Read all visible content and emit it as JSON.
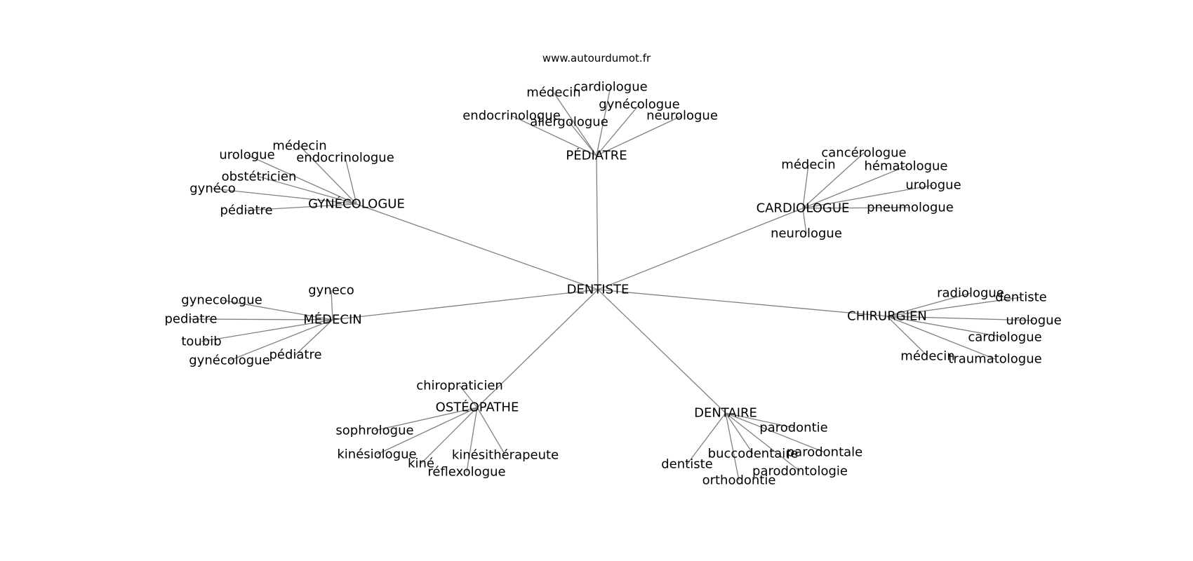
{
  "source": "www.autourdumot.fr",
  "graph": {
    "center": "DENTISTE",
    "nodes": [
      {
        "id": "dentiste-root",
        "label": "DENTISTE"
      },
      {
        "id": "pediatre-hub",
        "label": "PÉDIATRE"
      },
      {
        "id": "gynecologue-hub",
        "label": "GYNÉCOLOGUE"
      },
      {
        "id": "cardiologue-hub",
        "label": "CARDIOLOGUE"
      },
      {
        "id": "medecin-hub",
        "label": "MÉDECIN"
      },
      {
        "id": "chirurgien-hub",
        "label": "CHIRURGIEN"
      },
      {
        "id": "osteopathe-hub",
        "label": "OSTÉOPATHE"
      },
      {
        "id": "dentaire-hub",
        "label": "DENTAIRE"
      },
      {
        "id": "p-medecin",
        "label": "médecin"
      },
      {
        "id": "p-cardiologue",
        "label": "cardiologue"
      },
      {
        "id": "p-gynecologue",
        "label": "gynécologue"
      },
      {
        "id": "p-endocrinologue",
        "label": "endocrinologue"
      },
      {
        "id": "p-allergologue",
        "label": "allergologue"
      },
      {
        "id": "p-neurologue",
        "label": "neurologue"
      },
      {
        "id": "g-medecin",
        "label": "médecin"
      },
      {
        "id": "g-urologue",
        "label": "urologue"
      },
      {
        "id": "g-endocrinologue",
        "label": "endocrinologue"
      },
      {
        "id": "g-obstetricien",
        "label": "obstétricien"
      },
      {
        "id": "g-gyneco",
        "label": "gynéco"
      },
      {
        "id": "g-pediatre",
        "label": "pédiatre"
      },
      {
        "id": "c-cancerologue",
        "label": "cancérologue"
      },
      {
        "id": "c-medecin",
        "label": "médecin"
      },
      {
        "id": "c-hematologue",
        "label": "hématologue"
      },
      {
        "id": "c-urologue",
        "label": "urologue"
      },
      {
        "id": "c-pneumologue",
        "label": "pneumologue"
      },
      {
        "id": "c-neurologue",
        "label": "neurologue"
      },
      {
        "id": "m-gyneco",
        "label": "gyneco"
      },
      {
        "id": "m-gynecologue",
        "label": "gynecologue"
      },
      {
        "id": "m-pediatre",
        "label": "pediatre"
      },
      {
        "id": "m-toubib",
        "label": "toubib"
      },
      {
        "id": "m-pediatre2",
        "label": "pédiatre"
      },
      {
        "id": "m-gynecologue2",
        "label": "gynécologue"
      },
      {
        "id": "ch-radiologue",
        "label": "radiologue"
      },
      {
        "id": "ch-dentiste",
        "label": "dentiste"
      },
      {
        "id": "ch-urologue",
        "label": "urologue"
      },
      {
        "id": "ch-cardiologue",
        "label": "cardiologue"
      },
      {
        "id": "ch-medecin",
        "label": "médecin"
      },
      {
        "id": "ch-traumatologue",
        "label": "traumatologue"
      },
      {
        "id": "o-chiropraticien",
        "label": "chiropraticien"
      },
      {
        "id": "o-sophrologue",
        "label": "sophrologue"
      },
      {
        "id": "o-kinesiologue",
        "label": "kinésiologue"
      },
      {
        "id": "o-kine",
        "label": "kiné"
      },
      {
        "id": "o-kinesitherapeute",
        "label": "kinésithérapeute"
      },
      {
        "id": "o-reflexologue",
        "label": "réflexologue"
      },
      {
        "id": "d-parodontie",
        "label": "parodontie"
      },
      {
        "id": "d-buccodentaire",
        "label": "buccodentaire"
      },
      {
        "id": "d-parodontale",
        "label": "parodontale"
      },
      {
        "id": "d-dentiste",
        "label": "dentiste"
      },
      {
        "id": "d-parodontologie",
        "label": "parodontologie"
      },
      {
        "id": "d-orthodontie",
        "label": "orthodontie"
      }
    ],
    "edges": [
      [
        "dentiste-root",
        "pediatre-hub"
      ],
      [
        "dentiste-root",
        "gynecologue-hub"
      ],
      [
        "dentiste-root",
        "cardiologue-hub"
      ],
      [
        "dentiste-root",
        "medecin-hub"
      ],
      [
        "dentiste-root",
        "chirurgien-hub"
      ],
      [
        "dentiste-root",
        "osteopathe-hub"
      ],
      [
        "dentiste-root",
        "dentaire-hub"
      ],
      [
        "pediatre-hub",
        "p-medecin"
      ],
      [
        "pediatre-hub",
        "p-cardiologue"
      ],
      [
        "pediatre-hub",
        "p-gynecologue"
      ],
      [
        "pediatre-hub",
        "p-endocrinologue"
      ],
      [
        "pediatre-hub",
        "p-allergologue"
      ],
      [
        "pediatre-hub",
        "p-neurologue"
      ],
      [
        "gynecologue-hub",
        "g-medecin"
      ],
      [
        "gynecologue-hub",
        "g-urologue"
      ],
      [
        "gynecologue-hub",
        "g-endocrinologue"
      ],
      [
        "gynecologue-hub",
        "g-obstetricien"
      ],
      [
        "gynecologue-hub",
        "g-gyneco"
      ],
      [
        "gynecologue-hub",
        "g-pediatre"
      ],
      [
        "cardiologue-hub",
        "c-cancerologue"
      ],
      [
        "cardiologue-hub",
        "c-medecin"
      ],
      [
        "cardiologue-hub",
        "c-hematologue"
      ],
      [
        "cardiologue-hub",
        "c-urologue"
      ],
      [
        "cardiologue-hub",
        "c-pneumologue"
      ],
      [
        "cardiologue-hub",
        "c-neurologue"
      ],
      [
        "medecin-hub",
        "m-gyneco"
      ],
      [
        "medecin-hub",
        "m-gynecologue"
      ],
      [
        "medecin-hub",
        "m-pediatre"
      ],
      [
        "medecin-hub",
        "m-toubib"
      ],
      [
        "medecin-hub",
        "m-pediatre2"
      ],
      [
        "medecin-hub",
        "m-gynecologue2"
      ],
      [
        "chirurgien-hub",
        "ch-radiologue"
      ],
      [
        "chirurgien-hub",
        "ch-dentiste"
      ],
      [
        "chirurgien-hub",
        "ch-urologue"
      ],
      [
        "chirurgien-hub",
        "ch-cardiologue"
      ],
      [
        "chirurgien-hub",
        "ch-medecin"
      ],
      [
        "chirurgien-hub",
        "ch-traumatologue"
      ],
      [
        "osteopathe-hub",
        "o-chiropraticien"
      ],
      [
        "osteopathe-hub",
        "o-sophrologue"
      ],
      [
        "osteopathe-hub",
        "o-kinesiologue"
      ],
      [
        "osteopathe-hub",
        "o-kine"
      ],
      [
        "osteopathe-hub",
        "o-kinesitherapeute"
      ],
      [
        "osteopathe-hub",
        "o-reflexologue"
      ],
      [
        "dentaire-hub",
        "d-parodontie"
      ],
      [
        "dentaire-hub",
        "d-buccodentaire"
      ],
      [
        "dentaire-hub",
        "d-parodontale"
      ],
      [
        "dentaire-hub",
        "d-dentiste"
      ],
      [
        "dentaire-hub",
        "d-parodontologie"
      ],
      [
        "dentaire-hub",
        "d-orthodontie"
      ]
    ]
  }
}
